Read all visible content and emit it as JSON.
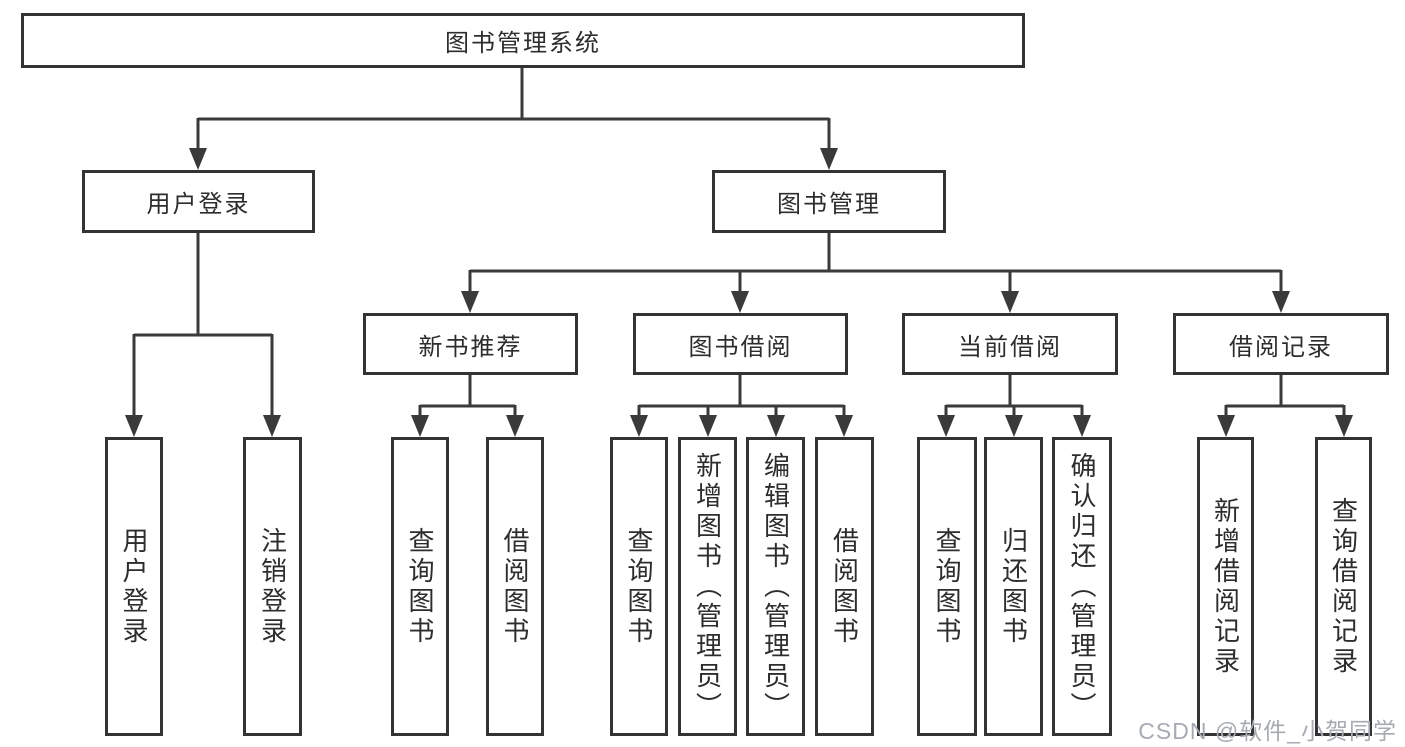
{
  "tree": {
    "root": {
      "label": "图书管理系统",
      "children": [
        {
          "label": "用户登录",
          "children": [
            {
              "label": "用户登录"
            },
            {
              "label": "注销登录"
            }
          ]
        },
        {
          "label": "图书管理",
          "children": [
            {
              "label": "新书推荐",
              "children": [
                {
                  "label": "查询图书"
                },
                {
                  "label": "借阅图书"
                }
              ]
            },
            {
              "label": "图书借阅",
              "children": [
                {
                  "label": "查询图书"
                },
                {
                  "label": "新增图书（管理员）"
                },
                {
                  "label": "编辑图书（管理员）"
                },
                {
                  "label": "借阅图书"
                }
              ]
            },
            {
              "label": "当前借阅",
              "children": [
                {
                  "label": "查询图书"
                },
                {
                  "label": "归还图书"
                },
                {
                  "label": "确认归还（管理员）"
                }
              ]
            },
            {
              "label": "借阅记录",
              "children": [
                {
                  "label": "新增借阅记录"
                },
                {
                  "label": "查询借阅记录"
                }
              ]
            }
          ]
        }
      ]
    }
  },
  "watermark": {
    "text": "CSDN @软件_小贺同学"
  },
  "colors": {
    "line": "#3a3a3a",
    "box_border": "#333333",
    "text": "#2d2d2d",
    "watermark": "#a6abb2",
    "background": "#ffffff"
  }
}
